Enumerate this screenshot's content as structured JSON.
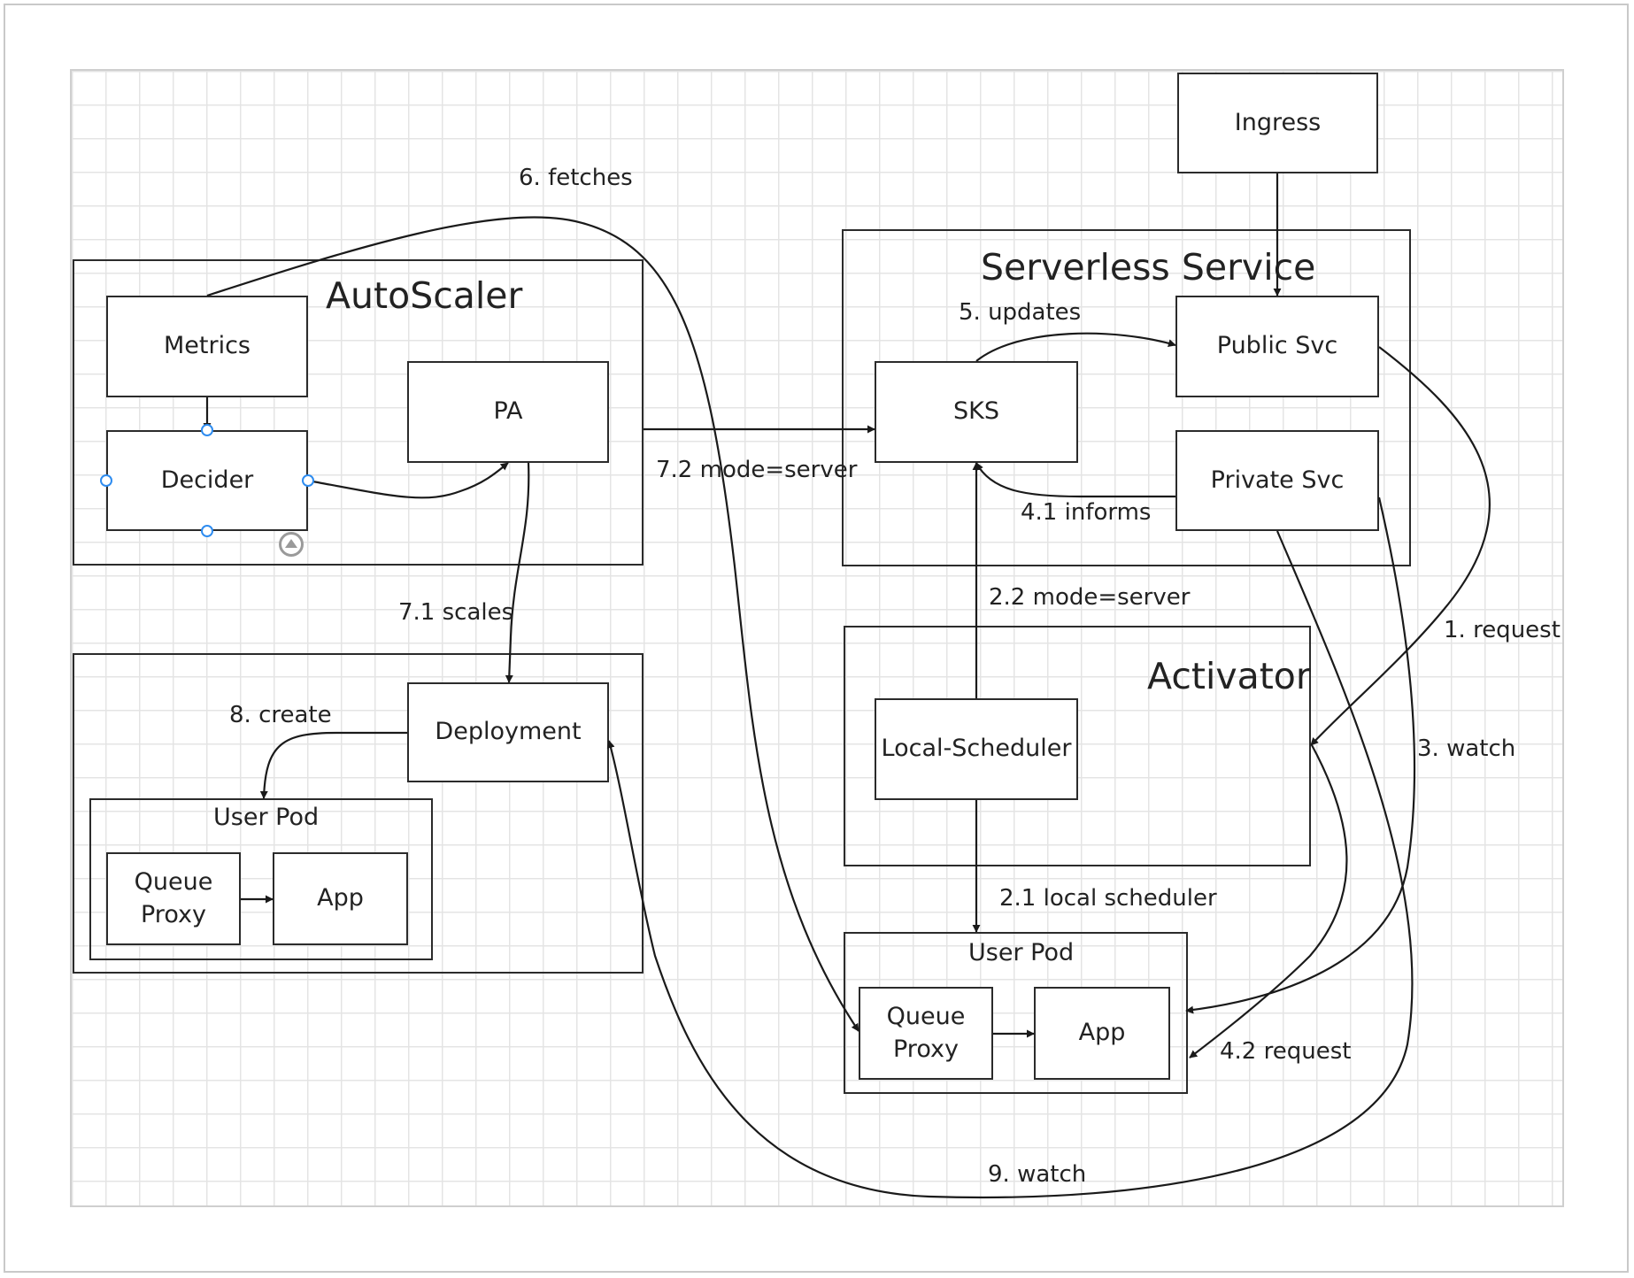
{
  "diagram": {
    "groups": {
      "autoscaler": "AutoScaler",
      "serverless_service": "Serverless Service",
      "activator": "Activator",
      "user_pod_left": "User Pod",
      "user_pod_right": "User Pod"
    },
    "nodes": {
      "ingress": "Ingress",
      "metrics": "Metrics",
      "decider": "Decider",
      "pa": "PA",
      "sks": "SKS",
      "public_svc": "Public Svc",
      "private_svc": "Private Svc",
      "local_scheduler": "Local-Scheduler",
      "deployment": "Deployment",
      "queue_proxy_left": "Queue\nProxy",
      "app_left": "App",
      "queue_proxy_right": "Queue\nProxy",
      "app_right": "App"
    },
    "edge_labels": {
      "fetches": "6. fetches",
      "updates": "5. updates",
      "mode_server_72": "7.2 mode=server",
      "informs": "4.1 informs",
      "mode_server_22": "2.2 mode=server",
      "request_1": "1. request",
      "scales": "7.1 scales",
      "create": "8. create",
      "watch_3": "3. watch",
      "local_scheduler": "2.1 local scheduler",
      "request_42": "4.2 request",
      "watch_9": "9. watch"
    },
    "edges": [
      {
        "from": "ingress",
        "to": "public_svc"
      },
      {
        "from": "metrics",
        "to": "decider"
      },
      {
        "from": "decider",
        "to": "pa"
      },
      {
        "from": "pa",
        "to": "sks",
        "label": "7.2 mode=server"
      },
      {
        "from": "pa",
        "to": "deployment",
        "label": "7.1 scales"
      },
      {
        "from": "sks",
        "to": "public_svc",
        "label": "5. updates"
      },
      {
        "from": "private_svc",
        "to": "sks",
        "label": "4.1 informs"
      },
      {
        "from": "local_scheduler",
        "to": "sks",
        "label": "2.2 mode=server"
      },
      {
        "from": "local_scheduler",
        "to": "user_pod_right",
        "label": "2.1 local scheduler"
      },
      {
        "from": "public_svc",
        "to": "activator",
        "label": "1. request"
      },
      {
        "from": "private_svc",
        "to": "app_right",
        "label": "3. watch"
      },
      {
        "from": "activator",
        "to": "app_right",
        "label": "4.2 request"
      },
      {
        "from": "metrics",
        "to": "queue_proxy_right",
        "label": "6. fetches"
      },
      {
        "from": "deployment",
        "to": "user_pod_left",
        "label": "8. create"
      },
      {
        "from": "private_svc",
        "to": "deployment",
        "label": "9. watch"
      },
      {
        "from": "queue_proxy_left",
        "to": "app_left"
      },
      {
        "from": "queue_proxy_right",
        "to": "app_right"
      }
    ],
    "colors": {
      "stroke": "#2b2b2b",
      "grid": "#e4e4e4",
      "selection_handle": "#2e8cf0"
    },
    "icons": {
      "selection_handles": "selection-handle-icon",
      "collapse": "collapse-toggle-icon"
    }
  }
}
